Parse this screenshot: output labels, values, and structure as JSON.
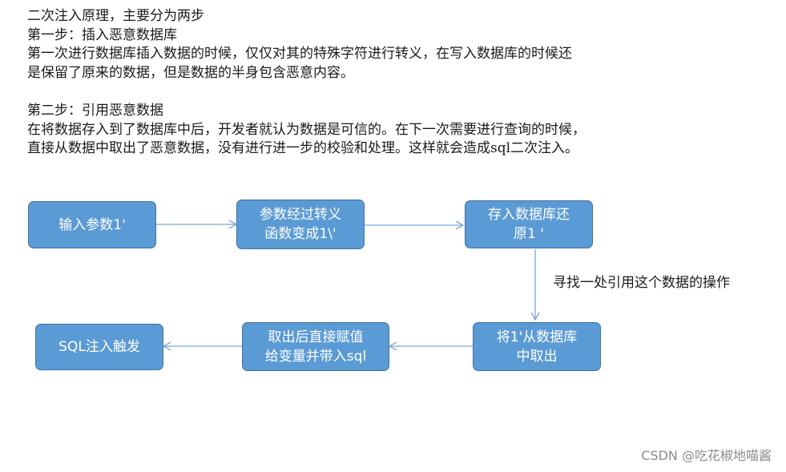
{
  "intro": {
    "title": "二次注入原理，主要分为两步",
    "step1_heading": "第一步：插入恶意数据库",
    "step1_text_line1": "第一次进行数据库插入数据的时候，仅仅对其的特殊字符进行转义，在写入数据库的时候还",
    "step1_text_line2": "是保留了原来的数据，但是数据的半身包含恶意内容。",
    "step2_heading": "第二步：引用恶意数据",
    "step2_text_line1": "在将数据存入到了数据库中后，开发者就认为数据是可信的。在下一次需要进行查询的时候，",
    "step2_text_line2": "直接从数据中取出了恶意数据，没有进行进一步的校验和处理。这样就会造成sql二次注入。"
  },
  "flow": {
    "box1": "输入参数1'",
    "box2_line1": "参数经过转义",
    "box2_line2": "函数变成1\\'",
    "box3_line1": "存入数据库还",
    "box3_line2": "原1 '",
    "box4_line1": "将1'从数据库",
    "box4_line2": "中取出",
    "box5_line1": "取出后直接赋值",
    "box5_line2": "给变量并带入sql",
    "box6": "SQL注入触发",
    "arrow_label": "寻找一处引用这个数据的操作"
  },
  "watermark": "CSDN @吃花椒地喵酱",
  "colors": {
    "box_fill": "#5b9bd5",
    "box_border": "#41719c",
    "arrow": "#7aa7d6"
  }
}
